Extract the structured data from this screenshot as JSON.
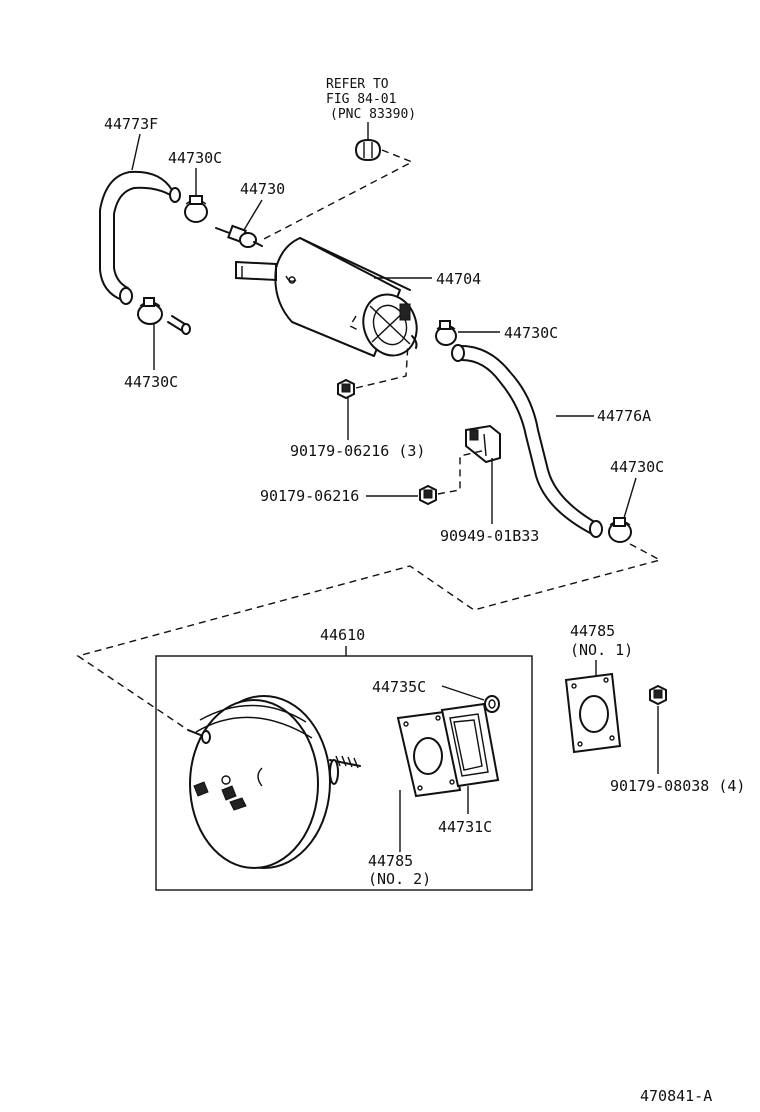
{
  "diagram": {
    "refer_note": [
      "REFER TO",
      "FIG 84-01",
      "(PNC 83390)"
    ],
    "labels": {
      "hose_left": "44773F",
      "clamp_left_top": "44730C",
      "check_valve": "44730",
      "clamp_left_bottom": "44730C",
      "tank": "44704",
      "clamp_right_top": "44730C",
      "hose_right": "44776A",
      "clamp_right_bottom": "44730C",
      "nut_tank": "90179-06216 (3)",
      "nut_bracket": "90179-06216",
      "bracket": "90949-01B33",
      "booster_assy": "44610",
      "gasket_ring": "44735C",
      "plate_no1_num": "44785",
      "plate_no1_sub": "(NO. 1)",
      "nut_booster": "90179-08038 (4)",
      "plate_no2_num": "44785",
      "plate_no2_sub": "(NO. 2)",
      "gasket": "44731C"
    },
    "figure_id": "470841-A"
  }
}
